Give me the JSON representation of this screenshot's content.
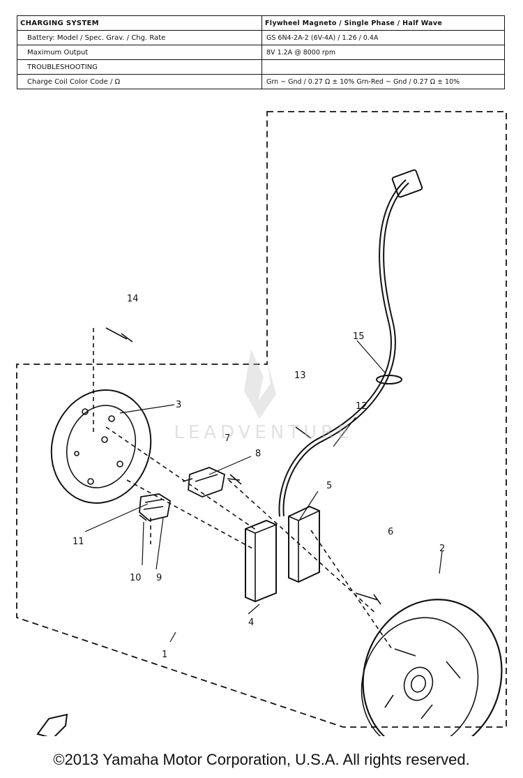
{
  "spec_table": {
    "header": {
      "label": "CHARGING SYSTEM",
      "value": "Flywheel Magneto / Single Phase / Half Wave"
    },
    "rows": [
      {
        "label": "Battery: Model / Spec. Grav. / Chg. Rate",
        "value": "GS 6N4-2A-2 (6V-4A) / 1.26 / 0.4A"
      },
      {
        "label": "Maximum Output",
        "value": "8V 1.2A @ 8000 rpm"
      },
      {
        "label": "TROUBLESHOOTING",
        "value": ""
      },
      {
        "label": "Charge Coil Color Code / Ω",
        "value": "Grn ~ Gnd / 0.27 Ω ± 10%   Grn-Red ~ Gnd / 0.27 Ω ± 10%"
      }
    ]
  },
  "callouts": {
    "n1": "1",
    "n2": "2",
    "n3": "3",
    "n4": "4",
    "n5": "5",
    "n6": "6",
    "n7": "7",
    "n8": "8",
    "n9": "9",
    "n10": "10",
    "n11": "11",
    "n12": "12",
    "n13": "13",
    "n14": "14",
    "n15": "15"
  },
  "watermark": "LEADVENTURE",
  "copyright": "©2013 Yamaha Motor Corporation, U.S.A. All rights reserved."
}
